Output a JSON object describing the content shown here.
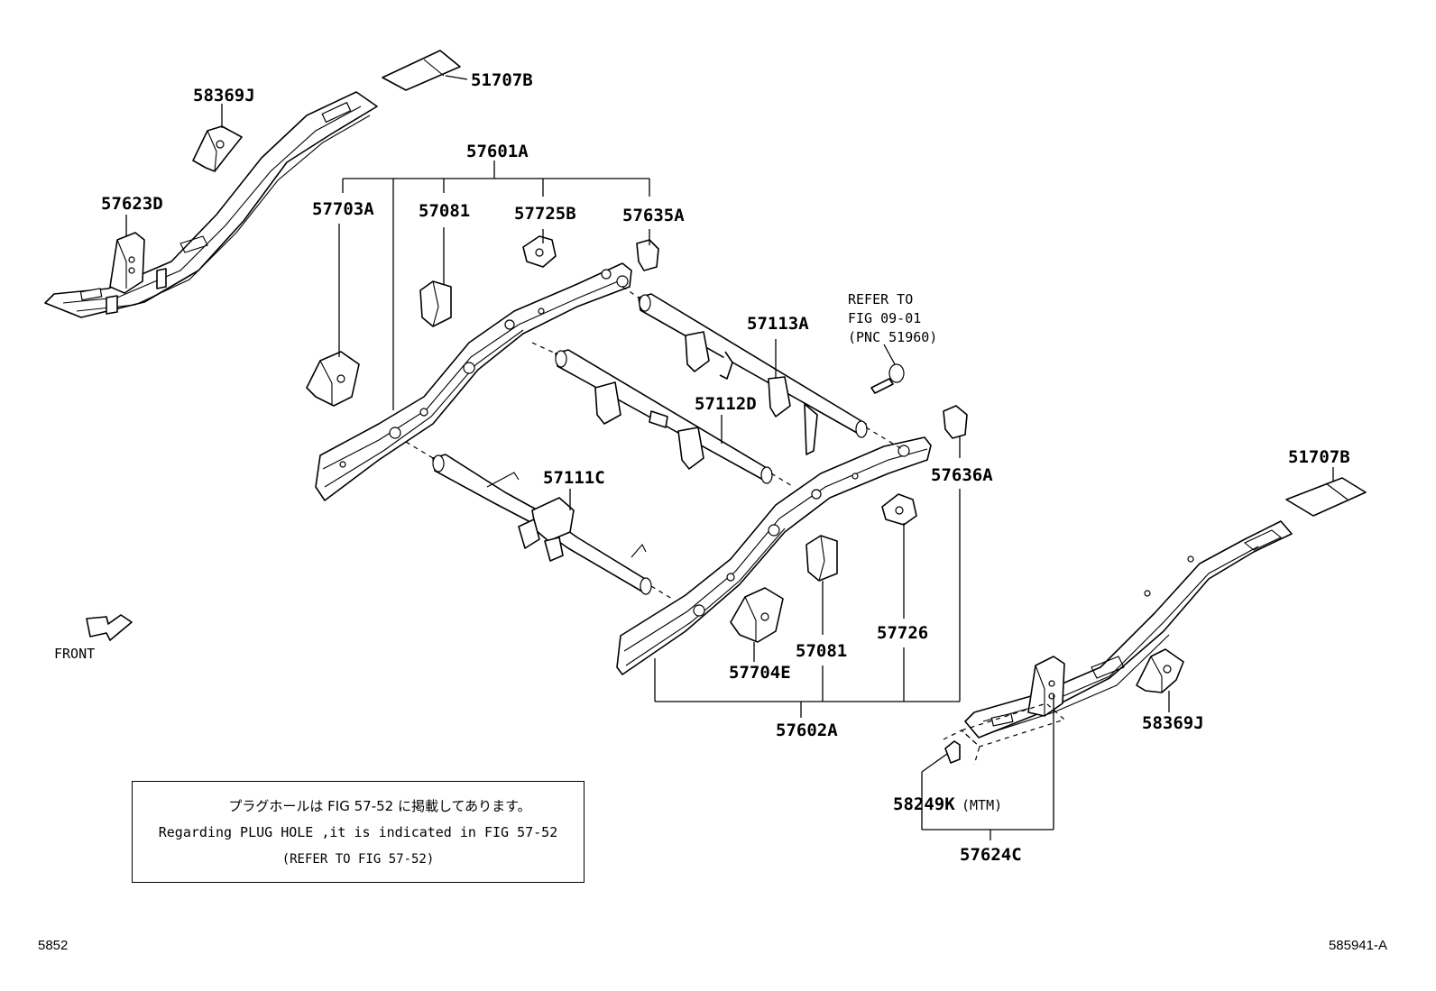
{
  "labels": {
    "p51707b_top": "51707B",
    "p58369j_top": "58369J",
    "p57601a": "57601A",
    "p57623d": "57623D",
    "p57703a": "57703A",
    "p57081_top": "57081",
    "p57725b": "57725B",
    "p57635a": "57635A",
    "p57113a": "57113A",
    "p57112d": "57112D",
    "p57111c": "57111C",
    "p57636a": "57636A",
    "p51707b_right": "51707B",
    "p57704e": "57704E",
    "p57081_bottom": "57081",
    "p57726": "57726",
    "p57602a": "57602A",
    "p58369j_right": "58369J",
    "p58249k": "58249K",
    "p58249k_suffix": "(MTM)",
    "p57624c": "57624C"
  },
  "refer_note": {
    "line1": "REFER TO",
    "line2": "FIG 09-01",
    "line3": "(PNC 51960)"
  },
  "front_label": "FRONT",
  "note_box": {
    "japanese": "プラグホールは FIG 57-52 に掲載してあります。",
    "english": "Regarding PLUG HOLE ,it is indicated in FIG 57-52",
    "reference": "(REFER TO FIG 57-52)"
  },
  "page_code_left": "5852",
  "page_code_right": "585941-A"
}
